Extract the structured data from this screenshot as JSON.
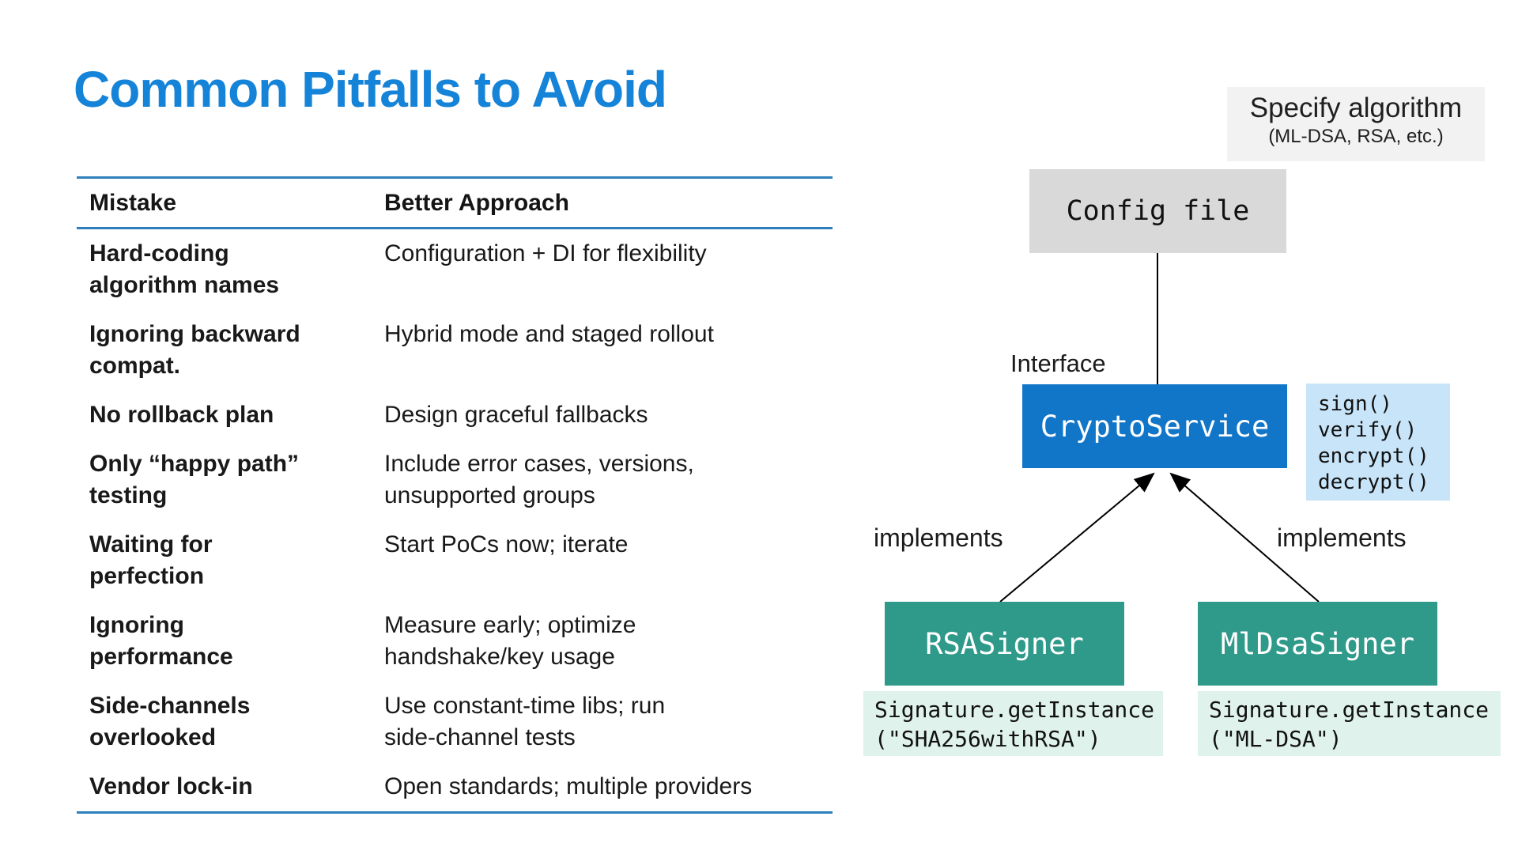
{
  "slide": {
    "title": "Common Pitfalls to Avoid"
  },
  "table": {
    "headers": [
      "Mistake",
      "Better Approach"
    ],
    "rows": [
      {
        "mistake": "Hard-coding\nalgorithm names",
        "approach": "Configuration + DI for flexibility"
      },
      {
        "mistake": "Ignoring backward\ncompat.",
        "approach": "Hybrid mode and staged rollout"
      },
      {
        "mistake": "No rollback plan",
        "approach": "Design graceful fallbacks"
      },
      {
        "mistake": "Only “happy path”\ntesting",
        "approach": "Include error cases, versions,\nunsupported groups"
      },
      {
        "mistake": "Waiting for\nperfection",
        "approach": "Start PoCs now; iterate"
      },
      {
        "mistake": "Ignoring\nperformance",
        "approach": "Measure early; optimize\nhandshake/key usage"
      },
      {
        "mistake": "Side-channels\noverlooked",
        "approach": "Use constant-time libs; run\nside-channel tests"
      },
      {
        "mistake": "Vendor lock-in",
        "approach": "Open standards; multiple providers"
      }
    ]
  },
  "diagram": {
    "note_title": "Specify algorithm",
    "note_subtitle": "(ML-DSA, RSA, etc.)",
    "config_label": "Config file",
    "interface_label": "Interface",
    "service_label": "CryptoService",
    "methods": [
      "sign()",
      "verify()",
      "encrypt()",
      "decrypt()"
    ],
    "implements_left": "implements",
    "implements_right": "implements",
    "rsa_label": "RSASigner",
    "mldsa_label": "MlDsaSigner",
    "rsa_code": "Signature.getInstance\n(\"SHA256withRSA\")",
    "mldsa_code": "Signature.getInstance\n(\"ML-DSA\")"
  },
  "colors": {
    "title_blue": "#1583d8",
    "table_line": "#2e80bc",
    "service_blue": "#1175c8",
    "signer_teal": "#2f998a",
    "methods_bg": "#c8e4f8",
    "code_bg": "#dff2eb",
    "config_bg": "#d9d9d9",
    "note_bg": "#f2f2f2",
    "ink": "#1a1a1a"
  }
}
